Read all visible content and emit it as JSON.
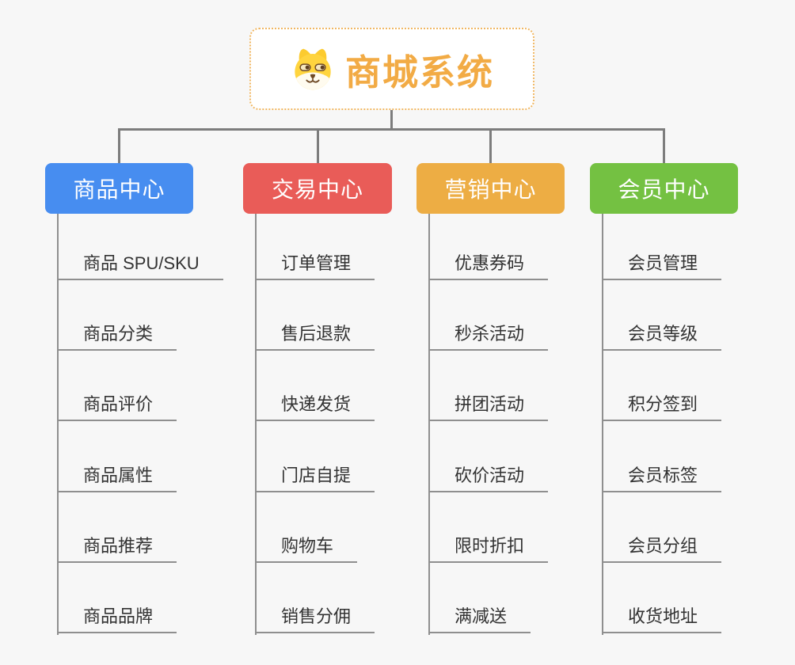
{
  "root": {
    "title": "商城系统",
    "icon": "shiba-dog-icon"
  },
  "branches": [
    {
      "label": "商品中心",
      "color": "#478df0",
      "items": [
        "商品 SPU/SKU",
        "商品分类",
        "商品评价",
        "商品属性",
        "商品推荐",
        "商品品牌"
      ]
    },
    {
      "label": "交易中心",
      "color": "#e95c58",
      "items": [
        "订单管理",
        "售后退款",
        "快递发货",
        "门店自提",
        "购物车",
        "销售分佣"
      ]
    },
    {
      "label": "营销中心",
      "color": "#edad44",
      "items": [
        "优惠券码",
        "秒杀活动",
        "拼团活动",
        "砍价活动",
        "限时折扣",
        "满减送"
      ]
    },
    {
      "label": "会员中心",
      "color": "#74c142",
      "items": [
        "会员管理",
        "会员等级",
        "积分签到",
        "会员标签",
        "会员分组",
        "收货地址"
      ]
    }
  ],
  "colors": {
    "background": "#f7f7f7",
    "root_border": "#f0b763",
    "root_text": "#f2ab45",
    "connector_line": "#7d7d7d",
    "child_line": "#8f8f8f",
    "child_text": "#333333",
    "branch_text": "#ffffff"
  }
}
